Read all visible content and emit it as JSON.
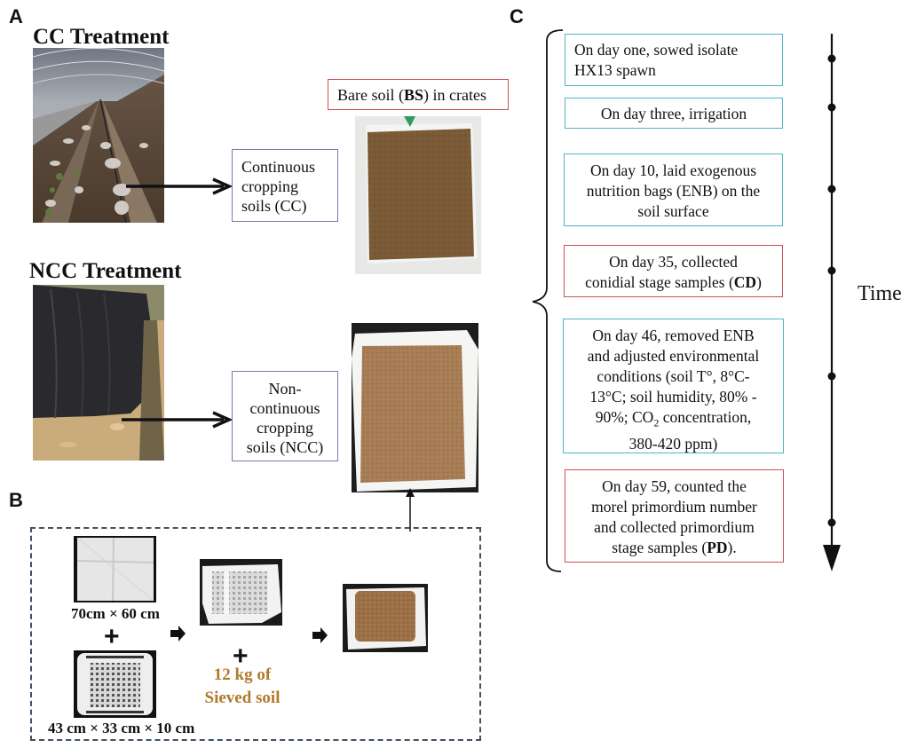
{
  "panels": {
    "a": {
      "label": "A",
      "cc_title": "CC Treatment",
      "ncc_title": "NCC Treatment",
      "cc_box": [
        "Continuous",
        "cropping",
        "soils (CC)"
      ],
      "ncc_box": [
        "Non-",
        "continuous",
        "cropping",
        "soils (NCC)"
      ],
      "bare_soil": {
        "prefix": "Bare soil (",
        "bold": "BS",
        "suffix": ") in crates"
      },
      "photos": {
        "cc_field": "greenhouse-field-photo",
        "ncc_field": "covered-field-photo",
        "bs_crate": "bare-soil-crate-photo",
        "ncc_crate": "ncc-soil-crate-photo"
      }
    },
    "b": {
      "label": "B",
      "cloth_caption": "70cm × 60 cm",
      "crate_caption": "43 cm × 33 cm × 10 cm",
      "plus": "+",
      "soil_line1": "12 kg of",
      "soil_line2": "Sieved soil",
      "soil_color": "#b07a2a"
    },
    "c": {
      "label": "C",
      "time_label": "Time",
      "steps": [
        {
          "lines": [
            "On day one,  sowed isolate",
            "HX13 spawn"
          ],
          "type": "cyan",
          "align": "left"
        },
        {
          "lines": [
            "On day three, irrigation"
          ],
          "type": "cyan",
          "align": "center"
        },
        {
          "lines": [
            "On day 10, laid exogenous",
            "nutrition bags (ENB) on the",
            "soil surface"
          ],
          "type": "cyan",
          "align": "center"
        },
        {
          "lines": [
            "On day 35, collected",
            "conidial stage samples (CD)"
          ],
          "type": "red",
          "align": "center",
          "bold": "CD"
        },
        {
          "lines": [
            "On day 46, removed ENB",
            "and adjusted environmental",
            "conditions (soil T°, 8°C-",
            "13°C; soil humidity, 80% -",
            "90%; CO2 concentration,",
            "380-420 ppm)"
          ],
          "type": "cyan",
          "align": "center"
        },
        {
          "lines": [
            "On day 59, counted the",
            "morel primordium number",
            "and collected primordium",
            "stage samples (PD)."
          ],
          "type": "red",
          "align": "center",
          "bold": "PD"
        }
      ]
    }
  },
  "colors": {
    "purple_border": "#8a72a6",
    "red_border": "#cc4d55",
    "cyan_border": "#4fb3c8",
    "dash_border": "#3f5266",
    "soil_text": "#b07a2a"
  }
}
